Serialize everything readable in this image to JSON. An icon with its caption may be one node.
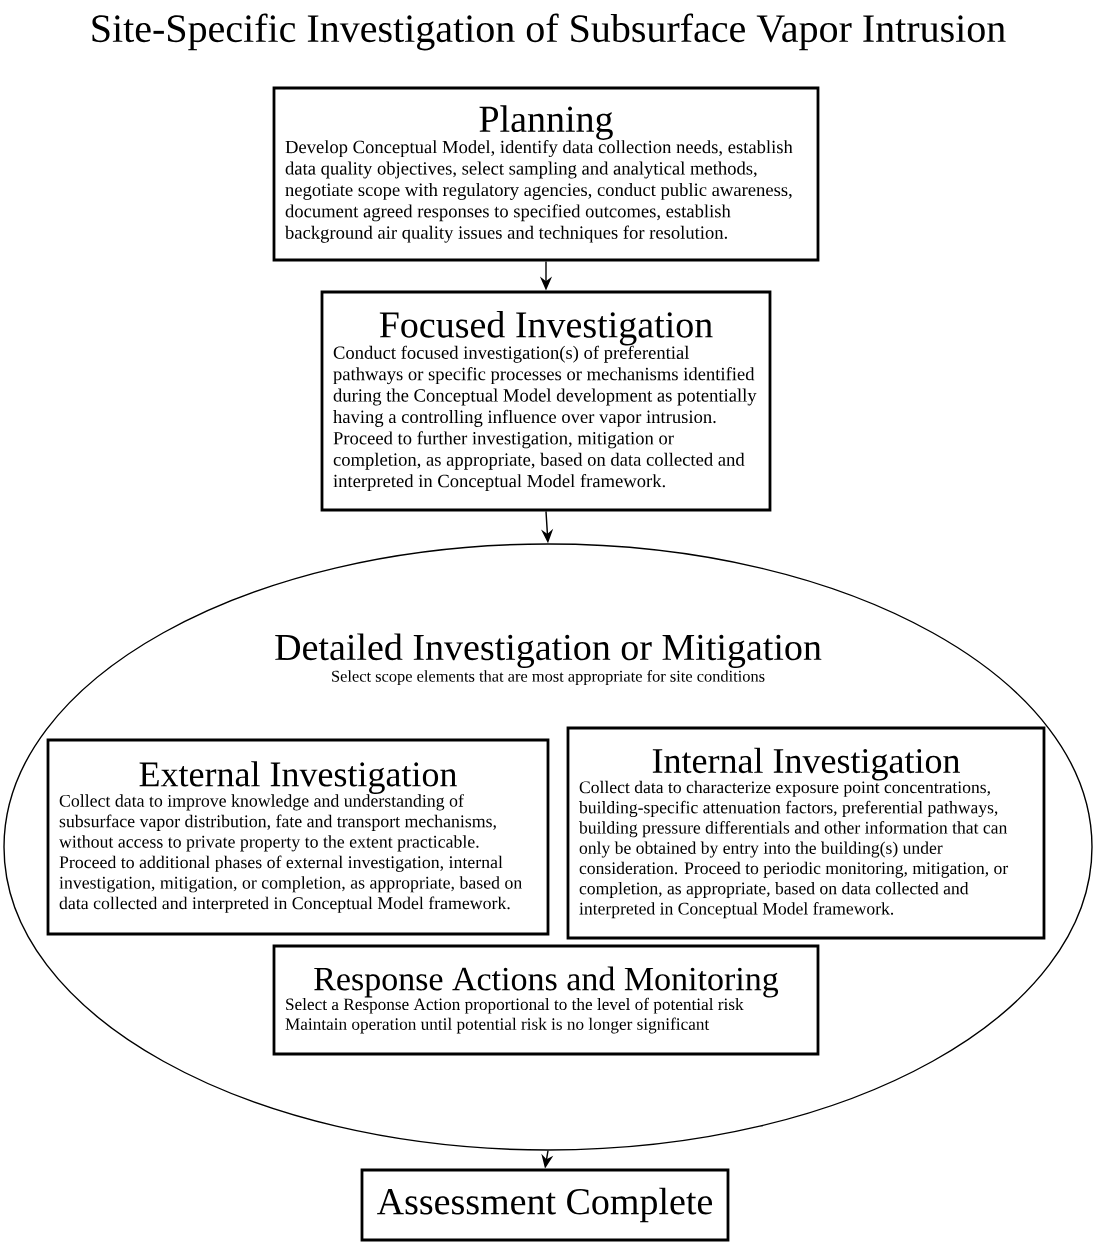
{
  "diagram": {
    "title": "Site-Specific Investigation of Subsurface Vapor Intrusion",
    "nodes": [
      {
        "text": [
          "Planning",
          "Develop Conceptual Model, identify data collection needs, establish data quality objectives, select sampling and analytical methods, negotiate scope with regulatory agencies, conduct public awareness, document agreed responses to specified outcomes, establish background air quality issues and techniques for resolution."
        ]
      },
      {
        "text": [
          "Focused Investigation",
          "Conduct focused investigation(s) of preferential pathways or specific processes or mechanisms identified during the Conceptual Model development as potentially having a controlling influence over vapor intrusion. Proceed to further investigation, mitigation or completion, as appropriate, based on data collected and interpreted in Conceptual Model framework."
        ]
      },
      {
        "text": [
          "Detailed Investigation or Mitigation",
          "Select scope elements that are most appropriate for site conditions"
        ]
      },
      {
        "text": [
          "External Investigation",
          "Collect data to improve knowledge and understanding of subsurface vapor distribution, fate and transport mechanisms, without access to private property to the extent practicable. Proceed to additional phases of external investigation, internal investigation, mitigation, or completion, as appropriate, based on data collected and interpreted in Conceptual Model framework."
        ],
        "in": 2
      },
      {
        "text": [
          "Internal Investigation",
          "Collect data to characterize exposure point concentrations, building-specific attenuation factors, preferential pathways, building pressure differentials and other information that can only be obtained by entry into the building(s) under consideration.  Proceed to periodic monitoring, mitigation, or completion, as appropriate, based on data collected and interpreted in Conceptual Model framework."
        ],
        "in": 2
      },
      {
        "text": [
          "Response Actions and Monitoring",
          "Select a Response Action proportional to the level of potential risk Maintain operation until potential risk is no longer significant"
        ],
        "in": 2
      },
      {
        "text": [
          "Assessment Complete"
        ]
      }
    ],
    "edges": [
      {
        "from": 0,
        "to": 1,
        "arrow": "to"
      },
      {
        "from": 1,
        "to": 2,
        "arrow": "to"
      },
      {
        "from": 2,
        "to": 6,
        "arrow": "to"
      }
    ]
  }
}
